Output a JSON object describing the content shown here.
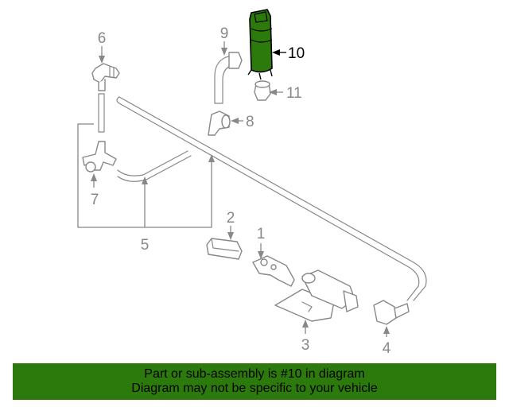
{
  "banner": {
    "line1": "Part or sub-assembly is #10 in diagram",
    "line2": "Diagram may not be specific to your vehicle",
    "color": "#2d7a0c"
  },
  "highlight_color": "#2d7a0c",
  "callouts": {
    "c1": "1",
    "c2": "2",
    "c3": "3",
    "c4": "4",
    "c5": "5",
    "c6": "6",
    "c7": "7",
    "c8": "8",
    "c9": "9",
    "c10": "10",
    "c11": "11"
  },
  "highlighted_part": "10"
}
